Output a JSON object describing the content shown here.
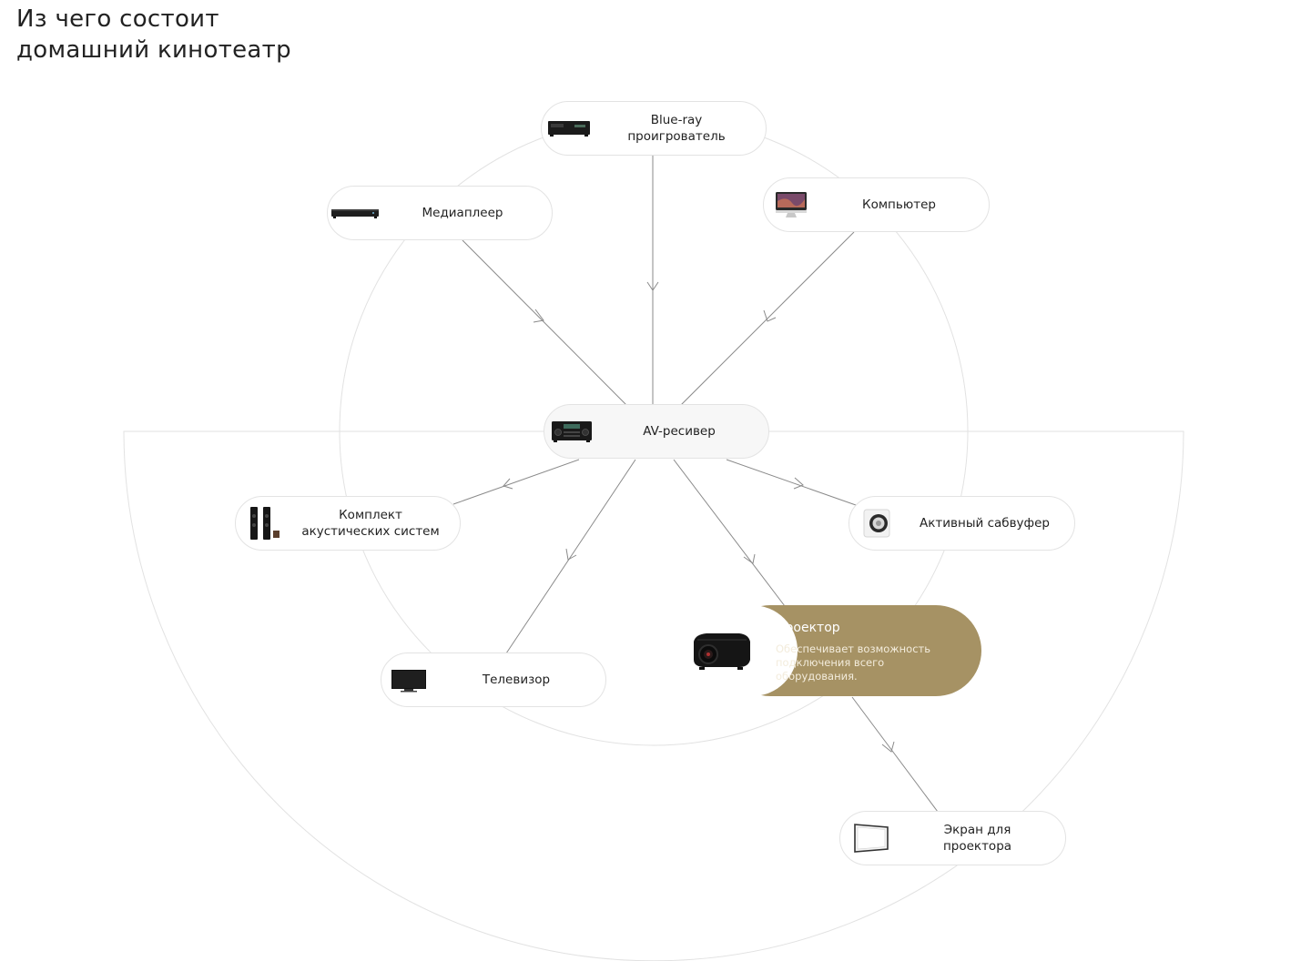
{
  "title": {
    "line1": "Из чего состоит",
    "line2": "домашний кинотеатр"
  },
  "hub": {
    "label": "AV-ресивер",
    "icon": "av-receiver-icon"
  },
  "sources": [
    {
      "id": "blu-ray",
      "line1": "Blue-ray",
      "line2": "проигрователь",
      "icon": "blu-ray-player-icon"
    },
    {
      "id": "media",
      "line1": "Медиаплеер",
      "icon": "media-player-icon"
    },
    {
      "id": "computer",
      "line1": "Компьютер",
      "icon": "computer-icon"
    }
  ],
  "outputs": [
    {
      "id": "speakers",
      "line1": "Комплект",
      "line2": "акустических систем",
      "icon": "speakers-icon"
    },
    {
      "id": "subwoofer",
      "line1": "Активный сабвуфер",
      "icon": "subwoofer-icon"
    },
    {
      "id": "tv",
      "line1": "Телевизор",
      "icon": "tv-icon"
    },
    {
      "id": "screen",
      "line1": "Экран для",
      "line2": "проектора",
      "icon": "projector-screen-icon"
    }
  ],
  "featured": {
    "title": "Проектор",
    "desc_line1": "Обеспечивает возможность",
    "desc_line2": "подключения всего",
    "desc_line3": "оборудования.",
    "icon": "projector-icon"
  },
  "colors": {
    "accent": "#a69264",
    "line": "#8a8a8a",
    "ring": "#e2e2e2"
  }
}
